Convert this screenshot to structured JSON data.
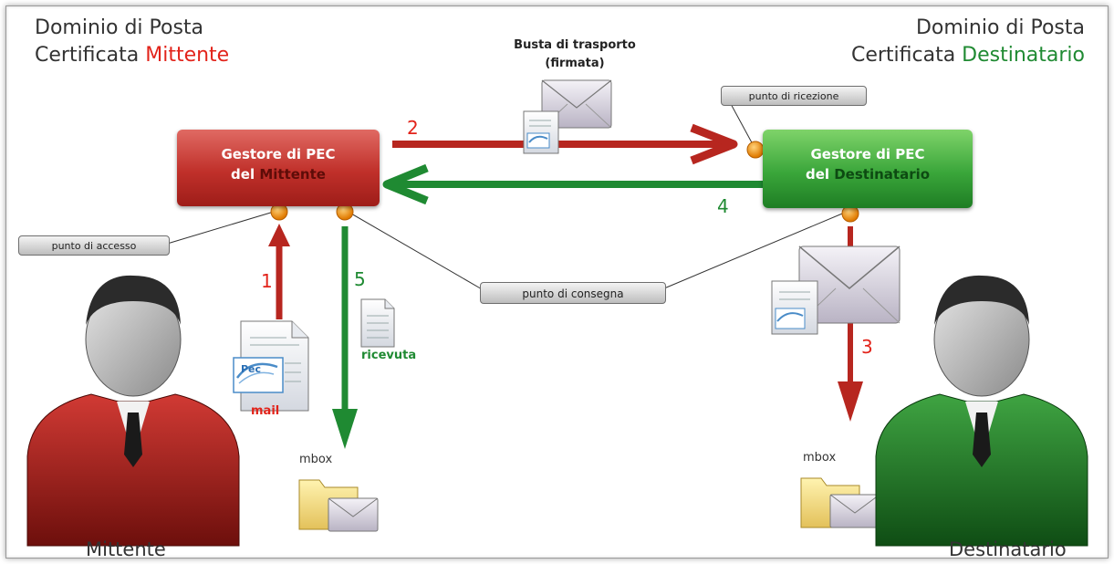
{
  "sender_domain": {
    "line1": "Dominio di Posta",
    "line2_prefix": "Certificata ",
    "line2_highlight": "Mittente"
  },
  "recipient_domain": {
    "line1": "Dominio di Posta",
    "line2_prefix": "Certificata ",
    "line2_highlight": "Destinatario"
  },
  "sender_manager": {
    "line1": "Gestore di PEC",
    "line2_prefix": "del ",
    "line2_highlight": "Mittente"
  },
  "recipient_manager": {
    "line1": "Gestore di PEC",
    "line2_prefix": "del ",
    "line2_highlight": "Destinatario"
  },
  "envelope": {
    "line1": "Busta di trasporto",
    "line2": "(firmata)"
  },
  "points": {
    "reception": "punto di ricezione",
    "access": "punto di accesso",
    "delivery": "punto di consegna"
  },
  "steps": [
    "1",
    "2",
    "3",
    "4",
    "5"
  ],
  "items": {
    "mail": "mail",
    "receipt": "ricevuta",
    "mbox_left": "mbox",
    "mbox_right": "mbox",
    "pec_logo": "Pec"
  },
  "people": {
    "sender": "Mittente",
    "recipient": "Destinatario"
  },
  "colors": {
    "red": "#e2231a",
    "dark_red": "#b7261f",
    "green": "#1f8a32",
    "orange": "#f39a1e"
  }
}
